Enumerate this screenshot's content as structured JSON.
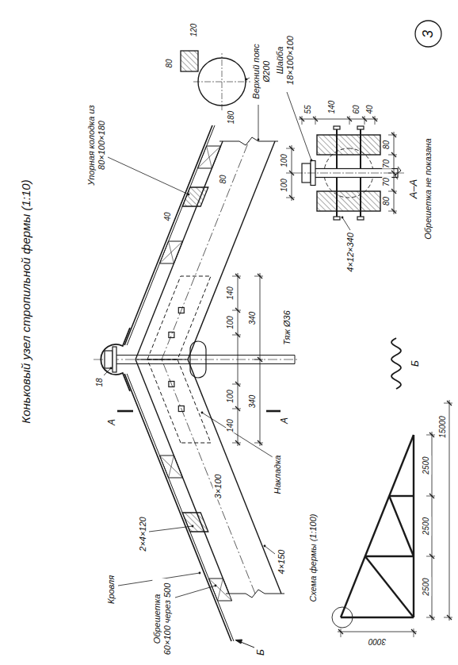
{
  "diagram": {
    "title": "Коньковый узел стропильной фермы (1:10)",
    "nodes": [
      {
        "text": [
          "3"
        ]
      }
    ],
    "labels": [
      "Кровля",
      "2×4×120",
      "Обрешетка 60×100 через 500",
      "3×100",
      "4×150",
      "Б",
      "Накладка",
      "140",
      "100",
      "100",
      "140",
      "340",
      "340",
      "Тяж Ø36",
      "18",
      "А",
      "А",
      "Упорная колодка из 80×100×180",
      "40",
      "80",
      "Верхний пояс Ø200",
      "120",
      "80",
      "180",
      "А–А",
      "Обрешетка не показана",
      "Шайба 18×100×100",
      "100",
      "100",
      "55",
      "140",
      "60",
      "40",
      "4×12×340",
      "80",
      "70",
      "70",
      "80",
      "Б",
      "Схема фермы (1:100)",
      "3000",
      "2500",
      "2500",
      "2500",
      "15000"
    ]
  }
}
